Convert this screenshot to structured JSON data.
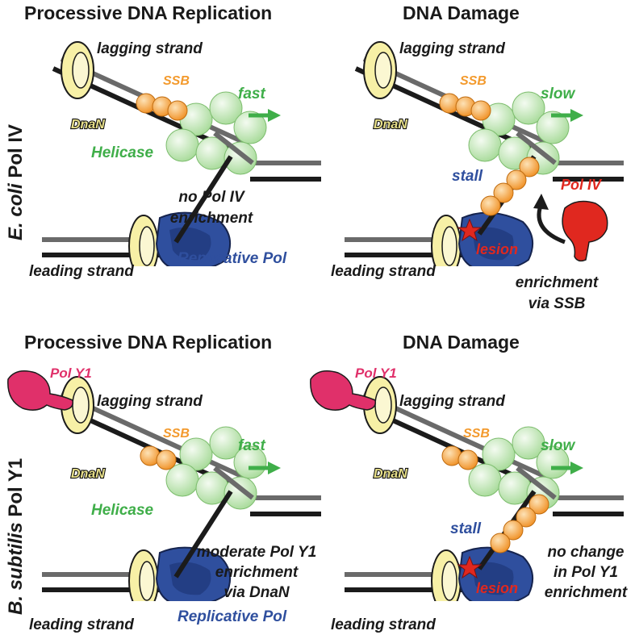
{
  "colors": {
    "ssb": "#f39a2d",
    "helicase": "#b8e3ad",
    "dnan": "#f5ee9f",
    "replicative_pol": "#2f4f9e",
    "pol_iv": "#e0281f",
    "pol_y1": "#e0306a",
    "arrow_green": "#3fae49",
    "lesion_star": "#e0281f"
  },
  "row_labels": {
    "top": {
      "species": "E. coli",
      "polymerase": "Pol IV"
    },
    "bottom": {
      "species": "B. subtilis",
      "polymerase": "Pol Y1"
    }
  },
  "panels": {
    "top_left": {
      "title": "Processive DNA Replication",
      "lagging": "lagging strand",
      "leading": "leading strand",
      "ssb": "SSB",
      "dnan": "DnaN",
      "speed": "fast",
      "helicase": "Helicase",
      "note": [
        "no Pol IV",
        "enrichment"
      ],
      "replicative_pol": "Replicative Pol"
    },
    "top_right": {
      "title": "DNA Damage",
      "lagging": "lagging strand",
      "leading": "leading strand",
      "ssb": "SSB",
      "dnan": "DnaN",
      "speed": "slow",
      "stall": "stall",
      "lesion": "lesion",
      "pol": "Pol IV",
      "note": [
        "enrichment",
        "via SSB"
      ]
    },
    "bottom_left": {
      "title": "Processive DNA Replication",
      "lagging": "lagging strand",
      "leading": "leading strand",
      "ssb": "SSB",
      "dnan": "DnaN",
      "speed": "fast",
      "helicase": "Helicase",
      "pol": "Pol Y1",
      "note": [
        "moderate Pol Y1",
        "enrichment",
        "via DnaN"
      ],
      "replicative_pol": "Replicative Pol"
    },
    "bottom_right": {
      "title": "DNA Damage",
      "lagging": "lagging strand",
      "leading": "leading strand",
      "ssb": "SSB",
      "dnan": "DnaN",
      "speed": "slow",
      "stall": "stall",
      "lesion": "lesion",
      "pol": "Pol Y1",
      "note": [
        "no change",
        "in Pol Y1",
        "enrichment"
      ]
    }
  }
}
